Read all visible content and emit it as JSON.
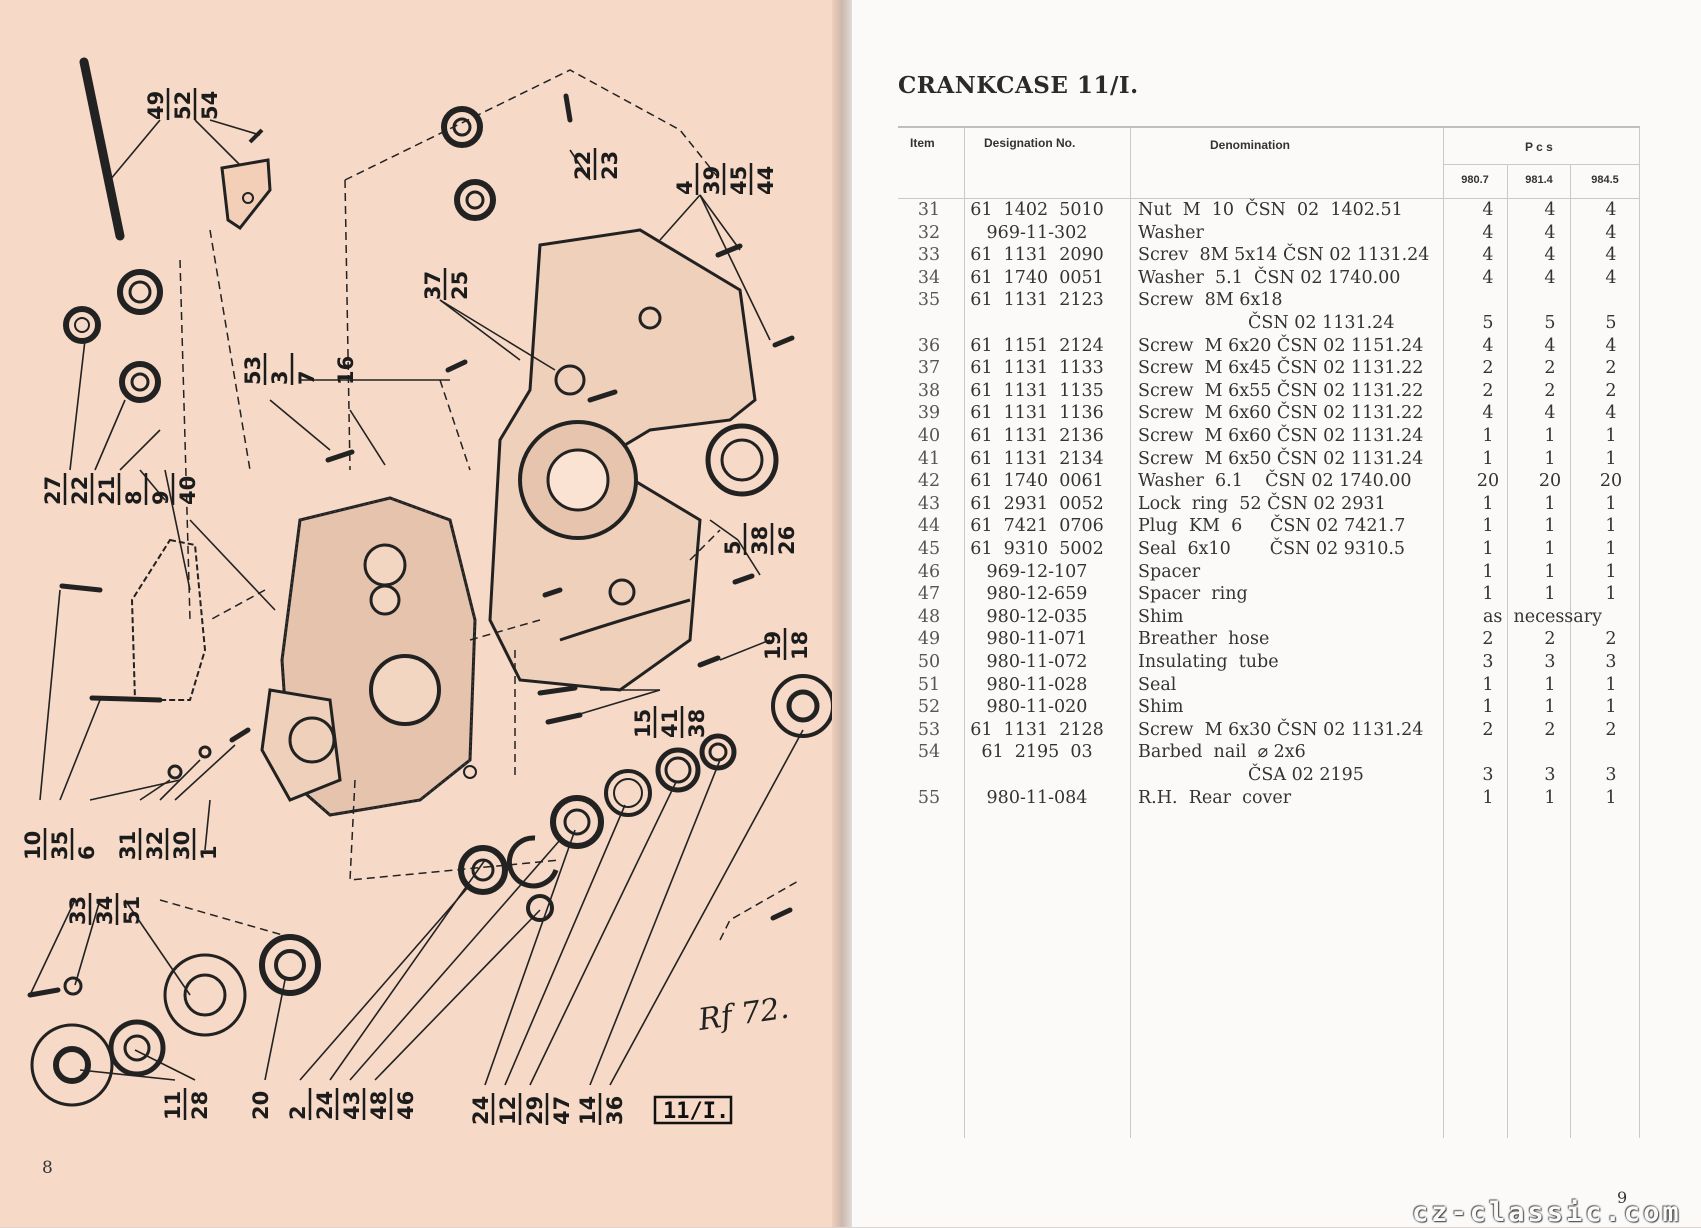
{
  "left_page": {
    "page_number": "8",
    "figure_label": "11/I.",
    "signature": "Rf 72.",
    "callouts": [
      {
        "id": "g1",
        "numbers": [
          "49",
          "52",
          "54"
        ]
      },
      {
        "id": "g2",
        "numbers": [
          "22",
          "23"
        ]
      },
      {
        "id": "g3",
        "numbers": [
          "4",
          "39",
          "45",
          "44"
        ]
      },
      {
        "id": "g4",
        "numbers": [
          "37",
          "25"
        ]
      },
      {
        "id": "g5",
        "numbers": [
          "53",
          "3",
          "7"
        ]
      },
      {
        "id": "g6",
        "numbers": [
          "16"
        ]
      },
      {
        "id": "g7",
        "numbers": [
          "27",
          "22",
          "21",
          "8",
          "9",
          "40"
        ]
      },
      {
        "id": "g8",
        "numbers": [
          "5",
          "38",
          "26"
        ]
      },
      {
        "id": "g9",
        "numbers": [
          "19",
          "18"
        ]
      },
      {
        "id": "g10",
        "numbers": [
          "15",
          "41",
          "38"
        ]
      },
      {
        "id": "g11",
        "numbers": [
          "10",
          "35",
          "6"
        ]
      },
      {
        "id": "g12",
        "numbers": [
          "31",
          "32",
          "30",
          "1"
        ]
      },
      {
        "id": "g13",
        "numbers": [
          "33",
          "34",
          "51"
        ]
      },
      {
        "id": "g14",
        "numbers": [
          "11",
          "28"
        ]
      },
      {
        "id": "g15",
        "numbers": [
          "20"
        ]
      },
      {
        "id": "g16",
        "numbers": [
          "2",
          "24",
          "43",
          "48",
          "46"
        ]
      },
      {
        "id": "g17",
        "numbers": [
          "24",
          "12",
          "29",
          "47"
        ]
      },
      {
        "id": "g18",
        "numbers": [
          "14",
          "36"
        ]
      }
    ]
  },
  "right_page": {
    "title": "CRANKCASE 11/I.",
    "page_number": "9",
    "watermark": "cz-classic.com",
    "headers": {
      "item": "Item",
      "designation": "Designation No.",
      "denomination": "Denomination",
      "pcs": "P c s",
      "models": [
        "980.7",
        "981.4",
        "984.5"
      ]
    },
    "rows": [
      {
        "item": "31",
        "des": "61  1402  5010",
        "den": "Nut  M  10  ČSN  02  1402.51",
        "q": [
          "4",
          "4",
          "4"
        ]
      },
      {
        "item": "32",
        "des": "969-11-302",
        "den": "Washer",
        "q": [
          "4",
          "4",
          "4"
        ]
      },
      {
        "item": "33",
        "des": "61  1131  2090",
        "den": "Screv  8M 5x14 ČSN 02 1131.24",
        "q": [
          "4",
          "4",
          "4"
        ]
      },
      {
        "item": "34",
        "des": "61  1740  0051",
        "den": "Washer  5.1  ČSN 02 1740.00",
        "q": [
          "4",
          "4",
          "4"
        ]
      },
      {
        "item": "35",
        "des": "61  1131  2123",
        "den": "Screw  8M 6x18",
        "q": [
          "",
          "",
          ""
        ]
      },
      {
        "item": "",
        "des": "",
        "den": "",
        "cont": "ČSN 02 1131.24",
        "q": [
          "5",
          "5",
          "5"
        ]
      },
      {
        "item": "36",
        "des": "61  1151  2124",
        "den": "Screw  M 6x20 ČSN 02 1151.24",
        "q": [
          "4",
          "4",
          "4"
        ]
      },
      {
        "item": "37",
        "des": "61  1131  1133",
        "den": "Screw  M 6x45 ČSN 02 1131.22",
        "q": [
          "2",
          "2",
          "2"
        ]
      },
      {
        "item": "38",
        "des": "61  1131  1135",
        "den": "Screw  M 6x55 ČSN 02 1131.22",
        "q": [
          "2",
          "2",
          "2"
        ]
      },
      {
        "item": "39",
        "des": "61  1131  1136",
        "den": "Screw  M 6x60 ČSN 02 1131.22",
        "q": [
          "4",
          "4",
          "4"
        ]
      },
      {
        "item": "40",
        "des": "61  1131  2136",
        "den": "Screw  M 6x60 ČSN 02 1131.24",
        "q": [
          "1",
          "1",
          "1"
        ]
      },
      {
        "item": "41",
        "des": "61  1131  2134",
        "den": "Screw  M 6x50 ČSN 02 1131.24",
        "q": [
          "1",
          "1",
          "1"
        ]
      },
      {
        "item": "42",
        "des": "61  1740  0061",
        "den": "Washer  6.1    ČSN 02 1740.00",
        "q": [
          "20",
          "20",
          "20"
        ]
      },
      {
        "item": "43",
        "des": "61  2931  0052",
        "den": "Lock  ring  52 ČSN 02 2931",
        "q": [
          "1",
          "1",
          "1"
        ]
      },
      {
        "item": "44",
        "des": "61  7421  0706",
        "den": "Plug  KM  6     ČSN 02 7421.7",
        "q": [
          "1",
          "1",
          "1"
        ]
      },
      {
        "item": "45",
        "des": "61  9310  5002",
        "den": "Seal  6x10       ČSN 02 9310.5",
        "q": [
          "1",
          "1",
          "1"
        ]
      },
      {
        "item": "46",
        "des": "969-12-107",
        "den": "Spacer",
        "q": [
          "1",
          "1",
          "1"
        ]
      },
      {
        "item": "47",
        "des": "980-12-659",
        "den": "Spacer  ring",
        "q": [
          "1",
          "1",
          "1"
        ]
      },
      {
        "item": "48",
        "des": "980-12-035",
        "den": "Shim",
        "note": "as  necessary",
        "q": [
          "",
          "",
          ""
        ]
      },
      {
        "item": "49",
        "des": "980-11-071",
        "den": "Breather  hose",
        "q": [
          "2",
          "2",
          "2"
        ]
      },
      {
        "item": "50",
        "des": "980-11-072",
        "den": "Insulating  tube",
        "q": [
          "3",
          "3",
          "3"
        ]
      },
      {
        "item": "51",
        "des": "980-11-028",
        "den": "Seal",
        "q": [
          "1",
          "1",
          "1"
        ]
      },
      {
        "item": "52",
        "des": "980-11-020",
        "den": "Shim",
        "q": [
          "1",
          "1",
          "1"
        ]
      },
      {
        "item": "53",
        "des": "61  1131  2128",
        "den": "Screw  M 6x30 ČSN 02 1131.24",
        "q": [
          "2",
          "2",
          "2"
        ]
      },
      {
        "item": "54",
        "des": "61  2195  03",
        "den": "Barbed  nail  ⌀ 2x6",
        "q": [
          "",
          "",
          ""
        ]
      },
      {
        "item": "",
        "des": "",
        "den": "",
        "cont": "ČSA 02 2195",
        "q": [
          "3",
          "3",
          "3"
        ]
      },
      {
        "item": "55",
        "des": "980-11-084",
        "den": "R.H.  Rear  cover",
        "q": [
          "1",
          "1",
          "1"
        ]
      }
    ]
  },
  "colors": {
    "left_paper": "#f6d9c6",
    "right_paper": "#fbfaf8",
    "ink": "#1c1c1c"
  }
}
